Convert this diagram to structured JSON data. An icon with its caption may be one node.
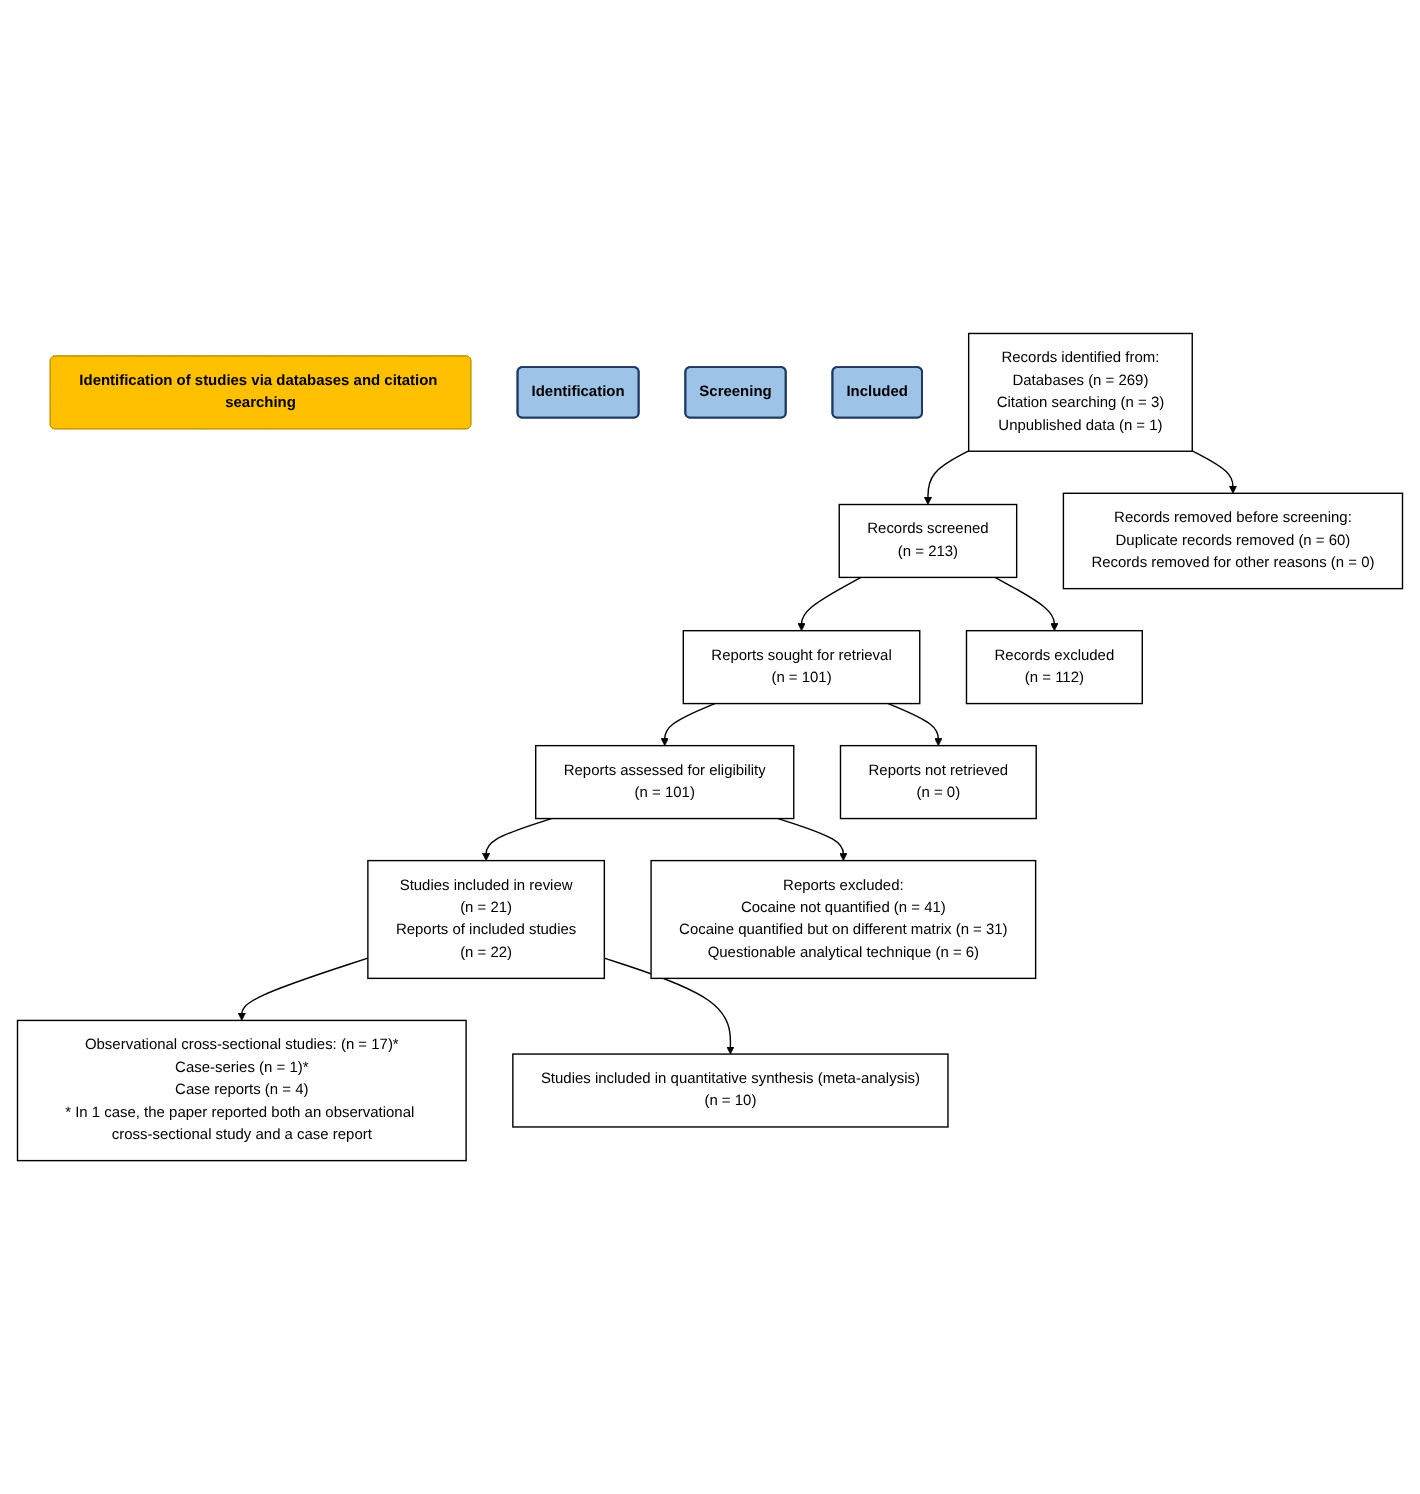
{
  "diagram": {
    "nodes": [
      {
        "text": [
          "Identification of studies via databases and citation searching"
        ]
      },
      {
        "text": [
          "Identification"
        ]
      },
      {
        "text": [
          "Records identified from:",
          "Databases (n = 269)",
          "Citation searching (n = 3)",
          "Unpublished data (n = 1)"
        ]
      },
      {
        "text": [
          "Records removed before screening:",
          "Duplicate records removed  (n = 60)",
          "Records removed for other reasons (n = 0)"
        ]
      },
      {
        "text": [
          "Screening"
        ]
      },
      {
        "text": [
          "Records screened",
          "(n = 213)"
        ]
      },
      {
        "text": [
          "Records excluded",
          "(n = 112)"
        ]
      },
      {
        "text": [
          "Reports sought for retrieval",
          "(n = 101)"
        ]
      },
      {
        "text": [
          "Reports not retrieved",
          "(n = 0)"
        ]
      },
      {
        "text": [
          "Reports assessed for eligibility",
          "(n = 101)"
        ]
      },
      {
        "text": [
          "Reports excluded:",
          "Cocaine not quantified (n = 41)",
          "Cocaine quantified but on different matrix (n = 31)",
          "Questionable analytical technique (n = 6)"
        ]
      },
      {
        "text": [
          "Included"
        ]
      },
      {
        "text": [
          "Studies included in review",
          "(n = 21)",
          "Reports of included studies",
          "(n = 22)"
        ]
      },
      {
        "text": [
          "Observational cross-sectional studies: (n = 17)*",
          "Case-series (n = 1)*",
          "Case reports (n = 4)",
          "* In 1 case, the paper reported both an observational cross-sectional study and a case report"
        ]
      },
      {
        "text": [
          "Studies included in quantitative synthesis (meta-analysis)",
          "(n = 10)"
        ]
      }
    ],
    "edges": [
      {
        "from": 2,
        "to": 3,
        "arrow": "to"
      },
      {
        "from": 2,
        "to": 5,
        "arrow": "to"
      },
      {
        "from": 5,
        "to": 6,
        "arrow": "to"
      },
      {
        "from": 5,
        "to": 7,
        "arrow": "to"
      },
      {
        "from": 7,
        "to": 8,
        "arrow": "to"
      },
      {
        "from": 7,
        "to": 9,
        "arrow": "to"
      },
      {
        "from": 9,
        "to": 10,
        "arrow": "to"
      },
      {
        "from": 9,
        "to": 12,
        "arrow": "to"
      },
      {
        "from": 12,
        "to": 13,
        "arrow": "to"
      },
      {
        "from": 12,
        "to": 14,
        "arrow": "to"
      }
    ]
  }
}
